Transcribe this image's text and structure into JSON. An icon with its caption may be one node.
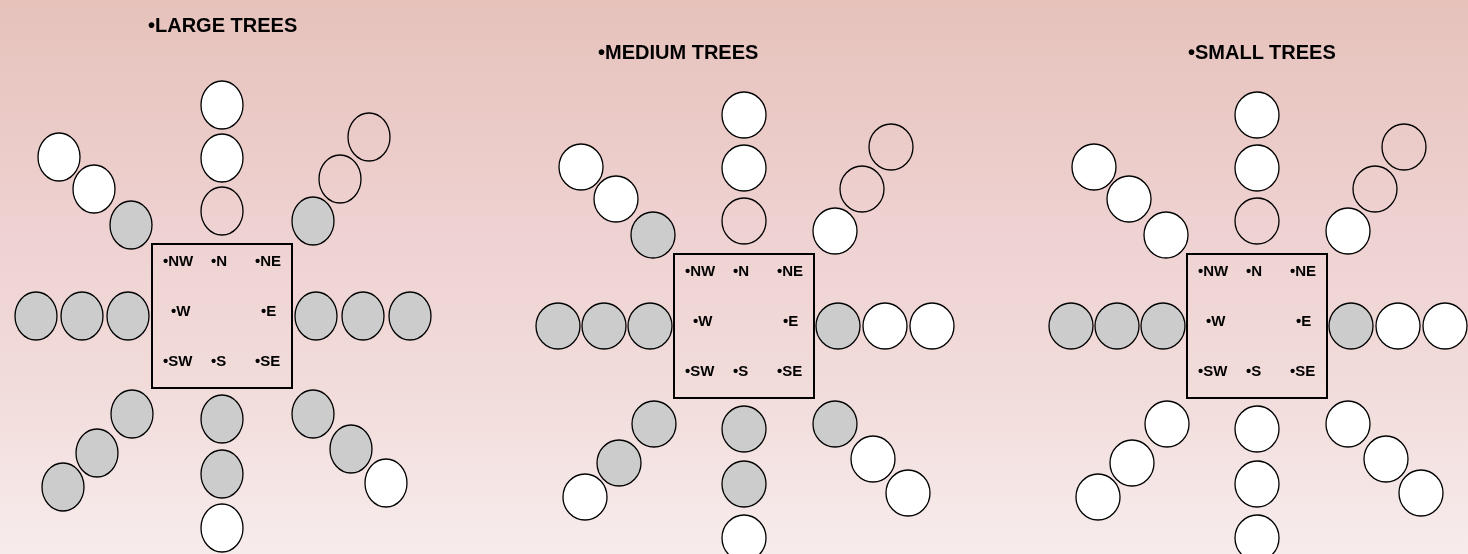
{
  "diagram": {
    "nodes": [
      {
        "text": [
          "•NW",
          "•N",
          "•NE",
          "•W",
          "•E",
          "•SW",
          "•S",
          "•SE"
        ]
      },
      {
        "text": [],
        "shape": "circle"
      },
      {
        "text": [],
        "shape": "circle"
      },
      {
        "text": [],
        "shape": "circle"
      },
      {
        "text": [],
        "shape": "circle"
      },
      {
        "text": [],
        "shape": "circle"
      },
      {
        "text": [],
        "shape": "circle"
      },
      {
        "text": [],
        "shape": "circle"
      },
      {
        "text": [],
        "shape": "circle"
      },
      {
        "text": [],
        "shape": "circle"
      },
      {
        "text": [],
        "shape": "circle"
      },
      {
        "text": [],
        "shape": "circle"
      },
      {
        "text": [],
        "shape": "circle"
      },
      {
        "text": [],
        "shape": "circle"
      },
      {
        "text": [],
        "shape": "circle"
      },
      {
        "text": [],
        "shape": "circle"
      },
      {
        "text": [],
        "shape": "circle"
      },
      {
        "text": [],
        "shape": "circle"
      },
      {
        "text": [],
        "shape": "circle"
      },
      {
        "text": [],
        "shape": "circle"
      },
      {
        "text": [],
        "shape": "circle"
      },
      {
        "text": [],
        "shape": "circle"
      },
      {
        "text": [],
        "shape": "circle"
      },
      {
        "text": [],
        "shape": "circle"
      },
      {
        "text": [],
        "shape": "circle"
      },
      {
        "text": [
          "•NW",
          "•N",
          "•NE",
          "•W",
          "•E",
          "•SW",
          "•S",
          "•SE"
        ]
      },
      {
        "text": [],
        "shape": "circle"
      },
      {
        "text": [],
        "shape": "circle"
      },
      {
        "text": [],
        "shape": "circle"
      },
      {
        "text": [],
        "shape": "circle"
      },
      {
        "text": [],
        "shape": "circle"
      },
      {
        "text": [],
        "shape": "circle"
      },
      {
        "text": [],
        "shape": "circle"
      },
      {
        "text": [],
        "shape": "circle"
      },
      {
        "text": [],
        "shape": "circle"
      },
      {
        "text": [],
        "shape": "circle"
      },
      {
        "text": [],
        "shape": "circle"
      },
      {
        "text": [],
        "shape": "circle"
      },
      {
        "text": [],
        "shape": "circle"
      },
      {
        "text": [],
        "shape": "circle"
      },
      {
        "text": [],
        "shape": "circle"
      },
      {
        "text": [],
        "shape": "circle"
      },
      {
        "text": [],
        "shape": "circle"
      },
      {
        "text": [],
        "shape": "circle"
      },
      {
        "text": [],
        "shape": "circle"
      },
      {
        "text": [],
        "shape": "circle"
      },
      {
        "text": [],
        "shape": "circle"
      },
      {
        "text": [],
        "shape": "circle"
      },
      {
        "text": [],
        "shape": "circle"
      },
      {
        "text": [],
        "shape": "circle"
      },
      {
        "text": [
          "•NW",
          "•N",
          "•NE",
          "•W",
          "•E",
          "•SW",
          "•S",
          "•SE"
        ]
      },
      {
        "text": [],
        "shape": "circle"
      },
      {
        "text": [],
        "shape": "circle"
      },
      {
        "text": [],
        "shape": "circle"
      },
      {
        "text": [],
        "shape": "circle"
      },
      {
        "text": [],
        "shape": "circle"
      },
      {
        "text": [],
        "shape": "circle"
      },
      {
        "text": [],
        "shape": "circle"
      },
      {
        "text": [],
        "shape": "circle"
      },
      {
        "text": [],
        "shape": "circle"
      },
      {
        "text": [],
        "shape": "circle"
      },
      {
        "text": [],
        "shape": "circle"
      },
      {
        "text": [],
        "shape": "circle"
      },
      {
        "text": [],
        "shape": "circle"
      },
      {
        "text": [],
        "shape": "circle"
      },
      {
        "text": [],
        "shape": "circle"
      },
      {
        "text": [],
        "shape": "circle"
      },
      {
        "text": [],
        "shape": "circle"
      },
      {
        "text": [],
        "shape": "circle"
      },
      {
        "text": [],
        "shape": "circle"
      },
      {
        "text": [],
        "shape": "circle"
      },
      {
        "text": [],
        "shape": "circle"
      },
      {
        "text": [],
        "shape": "circle"
      },
      {
        "text": [],
        "shape": "circle"
      },
      {
        "text": [],
        "shape": "circle"
      }
    ],
    "labels": [
      "•LARGE TREES",
      "•MEDIUM TREES",
      "•SMALL TREES"
    ]
  }
}
